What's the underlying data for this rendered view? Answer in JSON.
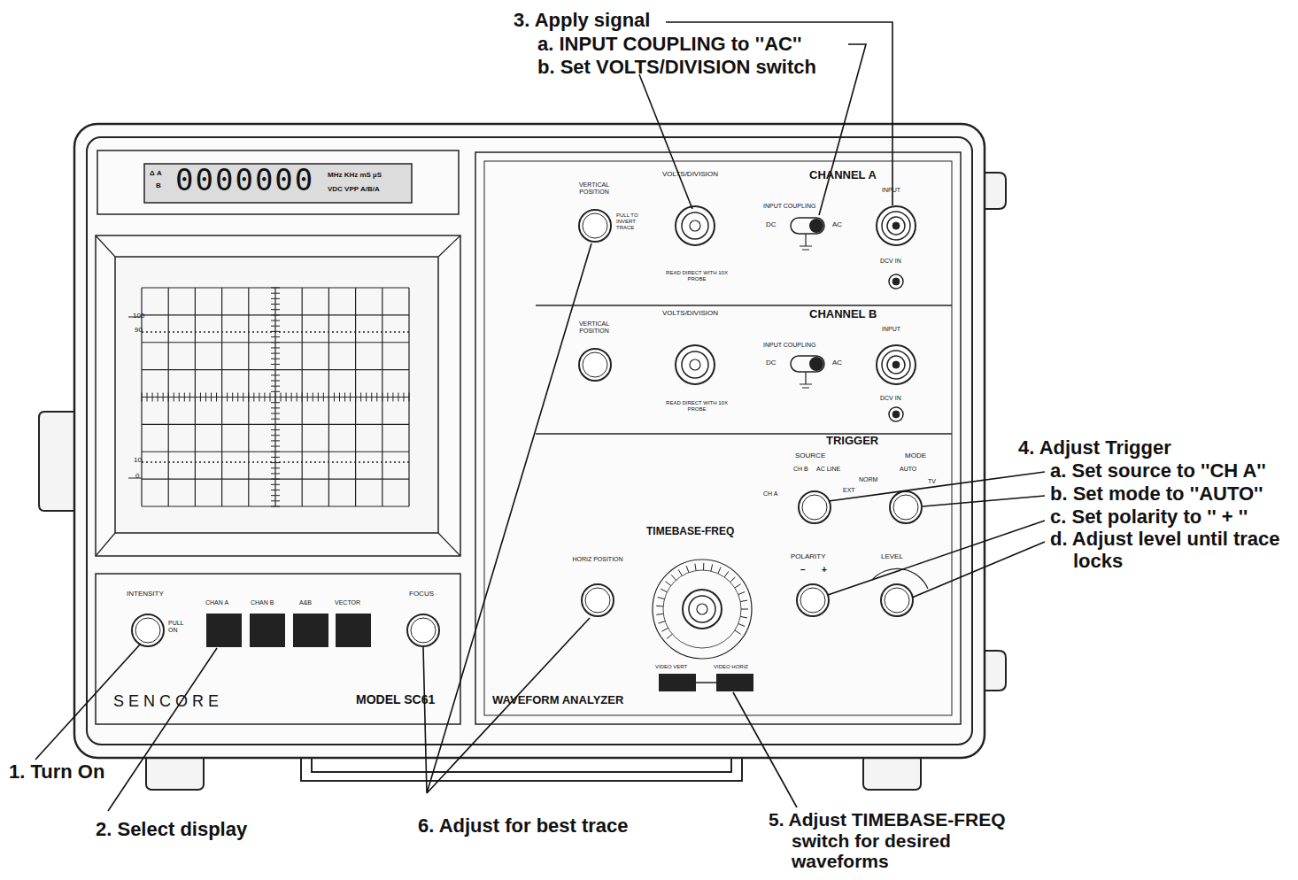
{
  "diagram": {
    "labels": [
      "3. Apply signal",
      "a. INPUT COUPLING to ''AC''",
      "b. Set VOLTS/DIVISION switch",
      "4. Adjust Trigger",
      "a. Set source to ''CH A''",
      "b. Set mode to ''AUTO''",
      "c. Set polarity to '' + ''",
      "d. Adjust level until trace locks",
      "1. Turn On",
      "2. Select display",
      "6. Adjust for best trace",
      "5. Adjust TIMEBASE-FREQ switch for desired waveforms",
      "0000000",
      "Δ A",
      "B",
      "MHz KHz mS µS",
      "VDC VPP A/B/A",
      "100",
      "90",
      "10",
      "0",
      "INTENSITY",
      "PULL ON",
      "CHAN A",
      "CHAN B",
      "A&B",
      "VECTOR",
      "FOCUS",
      "SENCORE",
      "MODEL SC61",
      "WAVEFORM ANALYZER",
      "VERTICAL POSITION",
      "PULL TO INVERT TRACE",
      "VOLTS/DIVISION",
      "READ DIRECT WITH 10X PROBE",
      "CHANNEL A",
      "INPUT COUPLING",
      "DC",
      "AC",
      "INPUT",
      "DCV IN",
      "VERTICAL POSITION",
      "VOLTS/DIVISION",
      "READ DIRECT WITH 10X PROBE",
      "CHANNEL B",
      "INPUT COUPLING",
      "DC",
      "AC",
      "INPUT",
      "DCV IN",
      "TRIGGER",
      "SOURCE",
      "MODE",
      "CH B",
      "AC LINE",
      "CH A",
      "EXT",
      "NORM",
      "AUTO",
      "TV",
      "POLARITY",
      "LEVEL",
      "−",
      "+",
      "TIMEBASE-FREQ",
      "HORIZ POSITION",
      "VIDEO VERT",
      "VIDEO HORIZ"
    ]
  }
}
